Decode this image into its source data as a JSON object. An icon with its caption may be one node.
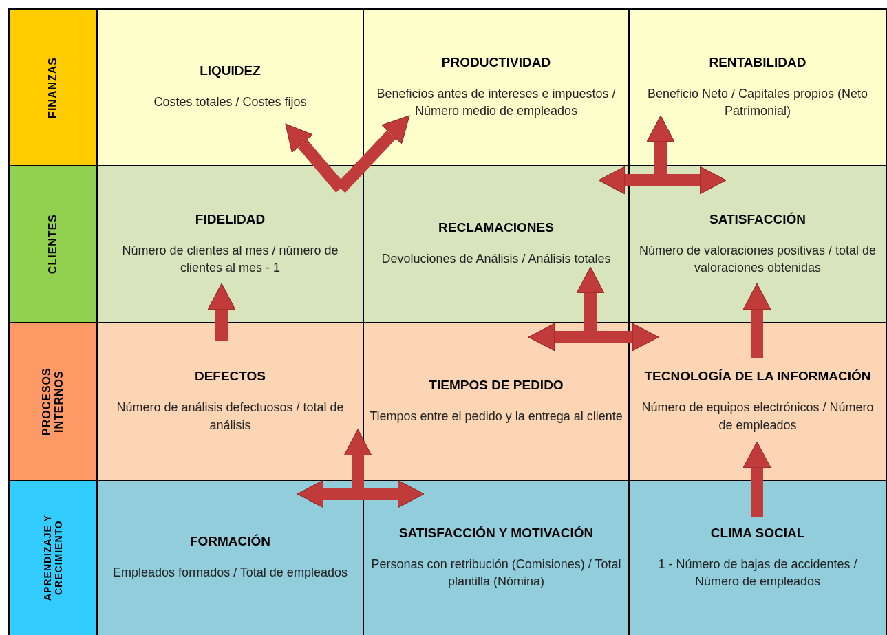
{
  "diagram": {
    "nodes": [
      {
        "text": [
          "FINANZAS"
        ]
      },
      {
        "text": [
          "CLIENTES"
        ]
      },
      {
        "text": [
          "PROCESOS INTERNOS"
        ]
      },
      {
        "text": [
          "APRENDIZAJE Y CRECIMIENTO"
        ]
      },
      {
        "text": [
          "LIQUIDEZ",
          "Costes totales / Costes fijos"
        ]
      },
      {
        "text": [
          "PRODUCTIVIDAD",
          "Beneficios antes de intereses e impuestos /  Número medio de empleados"
        ]
      },
      {
        "text": [
          "RENTABILIDAD",
          "Beneficio Neto / Capitales propios (Neto Patrimonial)"
        ]
      },
      {
        "text": [
          "FIDELIDAD",
          "Número de clientes al mes / número de clientes al mes - 1"
        ]
      },
      {
        "text": [
          "RECLAMACIONES",
          "Devoluciones de Análisis / Análisis totales"
        ]
      },
      {
        "text": [
          "SATISFACCIÓN",
          "Número de valoraciones positivas / total de valoraciones obtenidas"
        ]
      },
      {
        "text": [
          "DEFECTOS",
          "Número de análisis defectuosos / total de análisis"
        ]
      },
      {
        "text": [
          "TIEMPOS DE PEDIDO",
          "Tiempos entre el pedido y la entrega al cliente"
        ]
      },
      {
        "text": [
          "TECNOLOGÍA DE LA INFORMACIÓN",
          "Número de equipos electrónicos / Número de empleados"
        ]
      },
      {
        "text": [
          "FORMACIÓN",
          "Empleados formados / Total de empleados"
        ]
      },
      {
        "text": [
          "SATISFACCIÓN Y MOTIVACIÓN",
          "Personas con retribución (Comisiones) / Total plantilla (Nómina)"
        ]
      },
      {
        "text": [
          "CLIMA SOCIAL",
          "1 - Número de bajas de accidentes / Número de empleados"
        ]
      }
    ],
    "edges": [
      {
        "from": 7,
        "to": 4,
        "arrow": "to"
      },
      {
        "from": 7,
        "to": 5,
        "arrow": "to"
      },
      {
        "from": 8,
        "to": 9,
        "arrow": "both"
      },
      {
        "from": 9,
        "to": 6,
        "arrow": "to"
      },
      {
        "from": 11,
        "to": 12,
        "arrow": "both"
      },
      {
        "from": 11,
        "to": 8,
        "arrow": "to"
      },
      {
        "from": 10,
        "to": 7,
        "arrow": "to"
      },
      {
        "from": 13,
        "to": 14,
        "arrow": "both"
      },
      {
        "from": 13,
        "to": 10,
        "arrow": "to"
      },
      {
        "from": 12,
        "to": 9,
        "arrow": "to"
      },
      {
        "from": 15,
        "to": 12,
        "arrow": "to"
      }
    ]
  }
}
